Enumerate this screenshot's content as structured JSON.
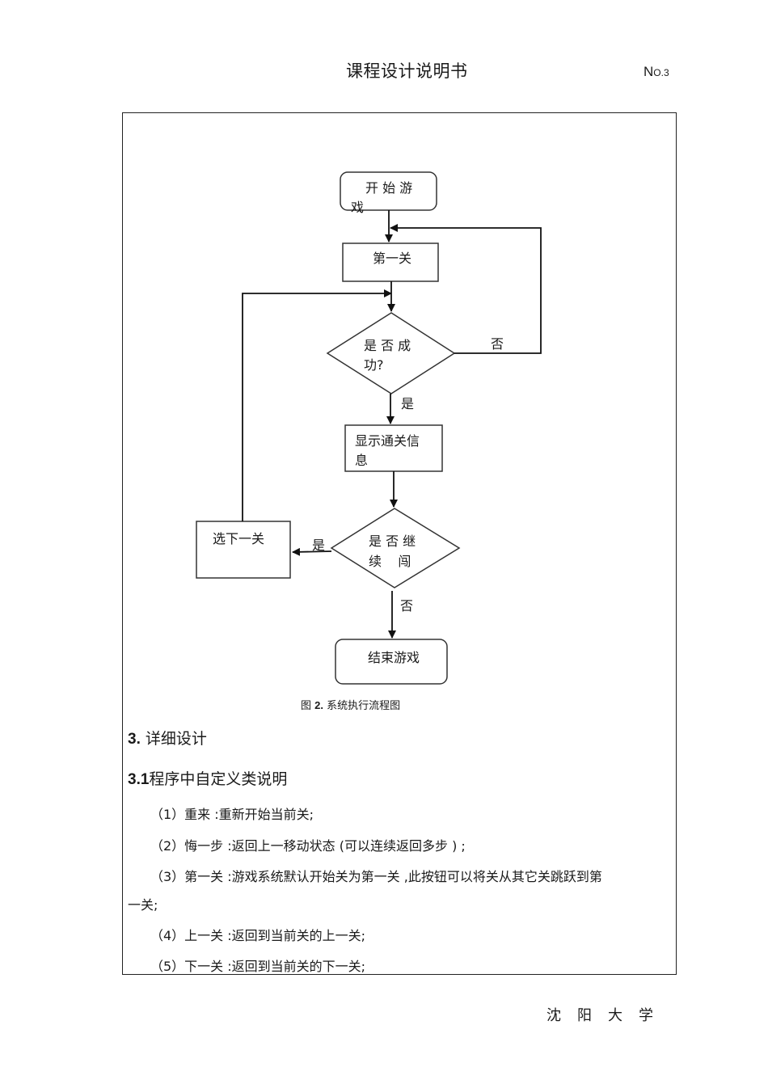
{
  "header": {
    "title": "课程设计说明书",
    "page_no_prefix": "N",
    "page_no_suffix": "O.3"
  },
  "flowchart": {
    "nodes": {
      "start": "开 始 游",
      "start_line2": "戏",
      "level1": "第一关",
      "success_q_line1": "是 否 成",
      "success_q_line2": "功?",
      "show_info_line1": "显示通关信",
      "show_info_line2": "息",
      "continue_q_line1": "是 否 继",
      "continue_q_line2": "续    闯",
      "select_next": "选下一关",
      "end": "结束游戏"
    },
    "edge_labels": {
      "success_no": "否",
      "success_yes": "是",
      "continue_yes": "是",
      "continue_no": "否"
    },
    "caption_prefix": "图",
    "caption_num": "2.",
    "caption_text": "系统执行流程图"
  },
  "section": {
    "h2_num": "3.",
    "h2_text": "详细设计",
    "h3_num": "3.1",
    "h3_text": "程序中自定义类说明",
    "items": [
      "（1）重来 :重新开始当前关;",
      "（2）悔一步 :返回上一移动状态 (可以连续返回多步 ) ;",
      "（3）第一关 :游戏系统默认开始关为第一关   ,此按钮可以将关从其它关跳跃到第",
      "一关;",
      "（4）上一关 :返回到当前关的上一关;",
      "（5）下一关 :返回到当前关的下一关;"
    ]
  },
  "footer": {
    "university": "沈阳大学"
  }
}
